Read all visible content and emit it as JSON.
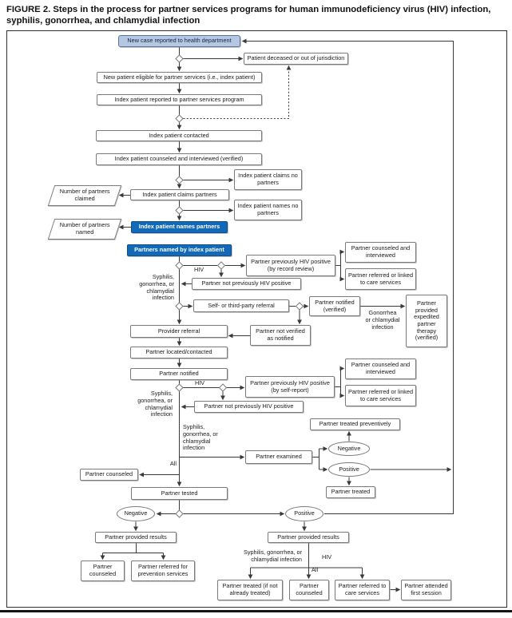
{
  "title": "FIGURE 2. Steps in the process for partner services programs for human immunodeficiency virus (HIV) infection, syphilis, gonorrhea, and chlamydial infection",
  "colors": {
    "flow_blue": "#1269b8",
    "start_fill": "#b6c7e2",
    "line": "#3a3a3a",
    "box_border": "#7b7b7b"
  },
  "nodes": {
    "new_case": "New case reported to health department",
    "patient_deceased": "Patient deceased or out of jurisdiction",
    "new_patient_eligible": "New patient eligible for partner services (i.e., index patient)",
    "index_reported": "Index patient reported to partner services program",
    "index_contacted": "Index patient contacted",
    "index_counseled": "Index patient counseled and interviewed (verified)",
    "claims_no_partners": "Index patient claims no partners",
    "claims_partners": "Index patient claims partners",
    "num_claimed": "Number of partners claimed",
    "names_no_partners": "Index patient names no partners",
    "names_partners": "Index patient names partners",
    "num_named": "Number of partners named",
    "partners_named": "Partners named by index patient",
    "prev_hiv_record": "Partner previously HIV positive (by record review)",
    "counseled_interviewed_1": "Partner counseled and interviewed",
    "referred_linked_1": "Partner referred or linked to care services",
    "not_prev_hiv_1": "Partner not previously HIV positive",
    "self_referral": "Self- or third-party referral",
    "notified_verified": "Partner notified (verified)",
    "expedited_therapy": "Partner provided expedited partner therapy (verified)",
    "not_verified": "Partner not verified as notified",
    "provider_referral": "Provider referral",
    "located_contacted": "Partner located/contacted",
    "partner_notified": "Partner notified",
    "prev_hiv_self": "Partner previously HIV positive (by self-report)",
    "counseled_interviewed_2": "Partner counseled and interviewed",
    "referred_linked_2": "Partner referred or linked to care services",
    "not_prev_hiv_2": "Partner not previously HIV positive",
    "treated_preventively": "Partner treated preventively",
    "partner_examined": "Partner examined",
    "negative_1": "Negative",
    "positive_1": "Positive",
    "partner_treated_1": "Partner treated",
    "partner_counseled_left": "Partner counseled",
    "partner_tested": "Partner tested",
    "negative_2": "Negative",
    "positive_2": "Positive",
    "results_left": "Partner provided results",
    "results_right": "Partner provided results",
    "counseled_bottom_left": "Partner counseled",
    "referred_prevention": "Partner referred for prevention services",
    "treated_if_not": "Partner treated (if not already treated)",
    "counseled_bottom_right": "Partner counseled",
    "referred_care": "Partner referred to care services",
    "attended_first": "Partner attended first session"
  },
  "labels": {
    "hiv_1": "HIV",
    "hiv_2": "HIV",
    "hiv_3": "HIV",
    "all_1": "All",
    "all_2": "All",
    "sgc_1": "Syphilis,\ngonorrhea, or\nchlamydial\ninfection",
    "sgc_2": "Syphilis,\ngonorrhea, or\nchlamydial\ninfection",
    "sgc_3": "Syphilis,\ngonorrhea, or\nchlamydial\ninfection",
    "sgc_4": "Syphilis, gonorrhea, or\nchlamydial infection",
    "gonorrhea_chlamydial": "Gonorrhea\nor chlamydial\ninfection"
  }
}
